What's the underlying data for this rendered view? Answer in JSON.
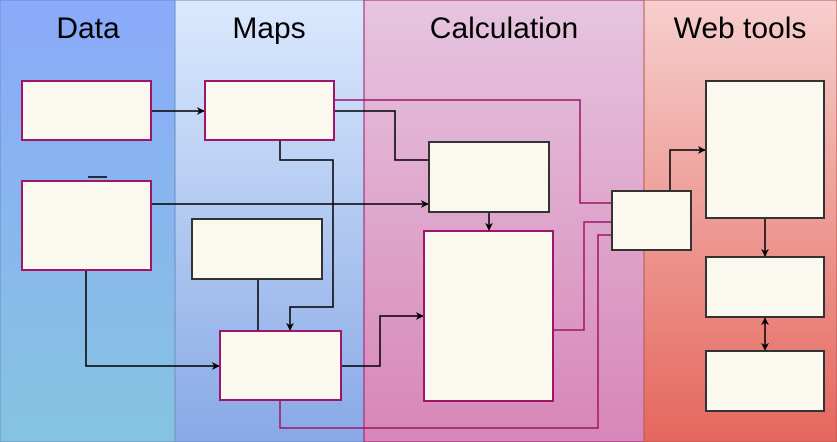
{
  "lanes": [
    {
      "id": "data",
      "title": "Data"
    },
    {
      "id": "maps",
      "title": "Maps"
    },
    {
      "id": "calculation",
      "title": "Calculation"
    },
    {
      "id": "web-tools",
      "title": "Web tools"
    }
  ],
  "colors": {
    "box_fill": "#fbf8ef",
    "box_stroke_magenta": "#a0146a",
    "box_stroke_dark": "#333333",
    "connector_black": "#000000",
    "connector_magenta": "#a0146a",
    "lane_data": [
      "#8aaafa",
      "#86c3e0"
    ],
    "lane_maps": [
      "#dbe9fd",
      "#88a9e6"
    ],
    "lane_calculation": [
      "#e6c5e0",
      "#d786b8"
    ],
    "lane_web_tools": [
      "#f6cfcd",
      "#e5675d"
    ]
  }
}
